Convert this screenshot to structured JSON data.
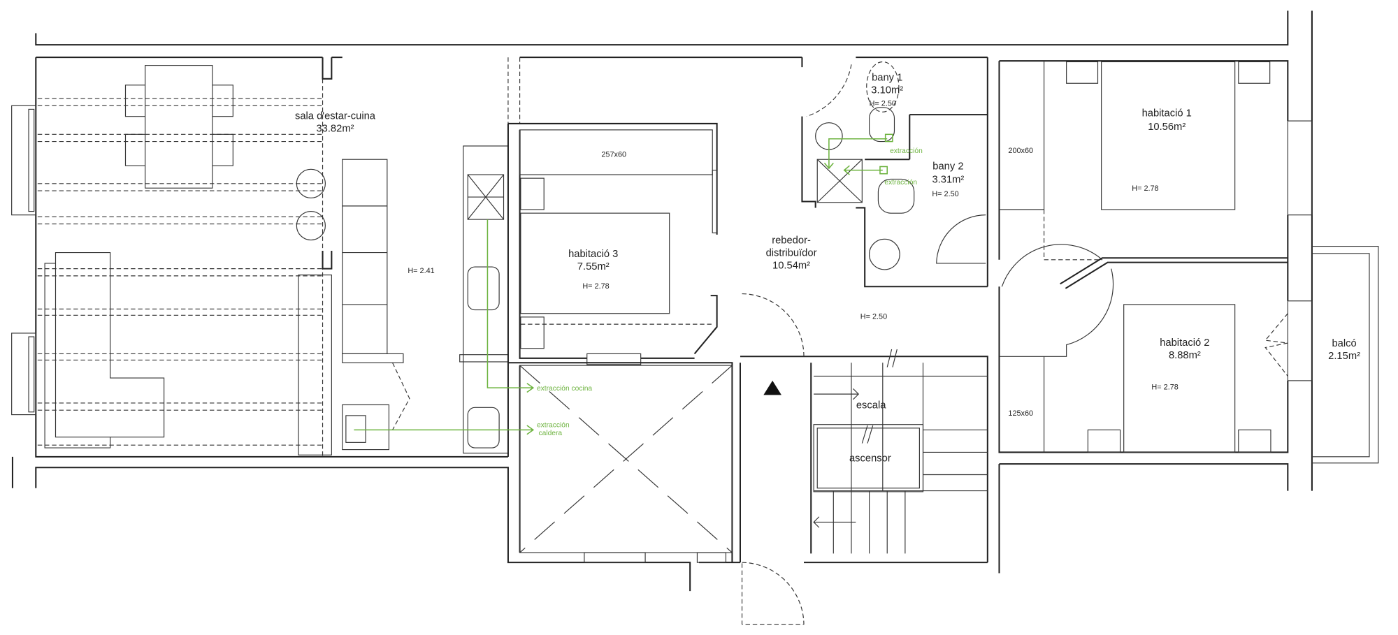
{
  "rooms": {
    "sala": {
      "name": "sala d'estar-cuina",
      "area": "33.82m²",
      "height": "H= 2.41"
    },
    "hab3": {
      "name": "habitació 3",
      "area": "7.55m²",
      "height": "H= 2.78",
      "wardrobe": "257x60"
    },
    "rebedor": {
      "name1": "rebedor-",
      "name2": "distribuïdor",
      "area": "10.54m²",
      "height": "H= 2.50"
    },
    "bany1": {
      "name": "bany 1",
      "area": "3.10m²",
      "height": "H= 2.50"
    },
    "bany2": {
      "name": "bany 2",
      "area": "3.31m²",
      "height": "H= 2.50"
    },
    "hab1": {
      "name": "habitació 1",
      "area": "10.56m²",
      "height": "H= 2.78",
      "wardrobe": "200x60"
    },
    "hab2": {
      "name": "habitació 2",
      "area": "8.88m²",
      "height": "H= 2.78",
      "wardrobe": "125x60"
    },
    "balco": {
      "name": "balcó",
      "area": "2.15m²"
    },
    "escala": {
      "name": "escala"
    },
    "ascensor": {
      "name": "ascensor"
    }
  },
  "extraction": {
    "bany1": "extracción",
    "bany2": "extracción",
    "cocina": "extracción cocina",
    "caldera1": "extracción",
    "caldera2": "caldera"
  },
  "colors": {
    "walls": "#222222",
    "extraction": "#6db33f"
  }
}
